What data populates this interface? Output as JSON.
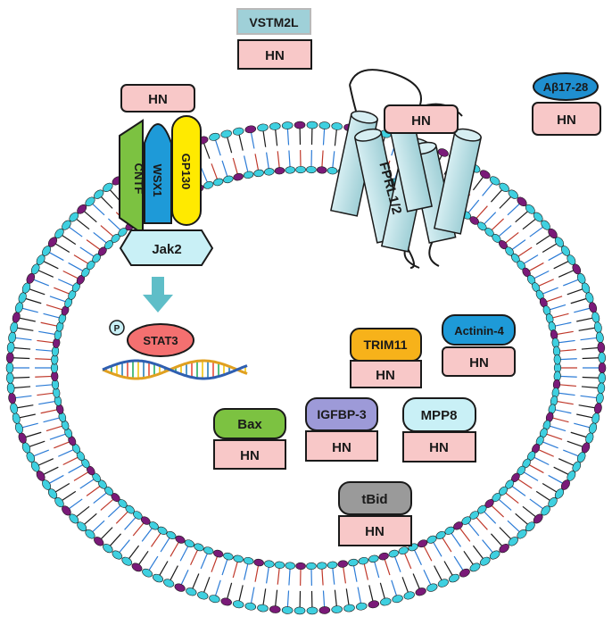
{
  "labels": {
    "hn": "HN",
    "vstm2l": "VSTM2L",
    "abeta": "Aβ17-28",
    "cntf": "CNTF",
    "wsx1": "WSX1",
    "gp130": "GP130",
    "jak2": "Jak2",
    "fprl": "FPRL1/2",
    "phospho": "P",
    "stat3": "STAT3",
    "trim11": "TRIM11",
    "actinin4": "Actinin-4",
    "bax": "Bax",
    "igfbp3": "IGFBP-3",
    "mpp8": "MPP8",
    "tbid": "tBid"
  },
  "colors": {
    "hn_fill": "#f8c8c8",
    "vstm2l": "#9fd0d8",
    "abeta": "#1f8fd0",
    "cntf": "#7cc241",
    "wsx1": "#1e9ad8",
    "gp130": "#ffea00",
    "jak2": "#c9f0f6",
    "fprl": "#b6dde3",
    "stat3": "#f47070",
    "trim11": "#f7b21a",
    "actinin4": "#1e9ad8",
    "bax": "#7cc241",
    "igfbp3": "#9d9ad8",
    "mpp8": "#c9f0f6",
    "tbid": "#9a9a9a",
    "arrow": "#5fbec8",
    "membrane_head_cyan": "#3fd0e0",
    "membrane_head_purple": "#7a1a78"
  }
}
